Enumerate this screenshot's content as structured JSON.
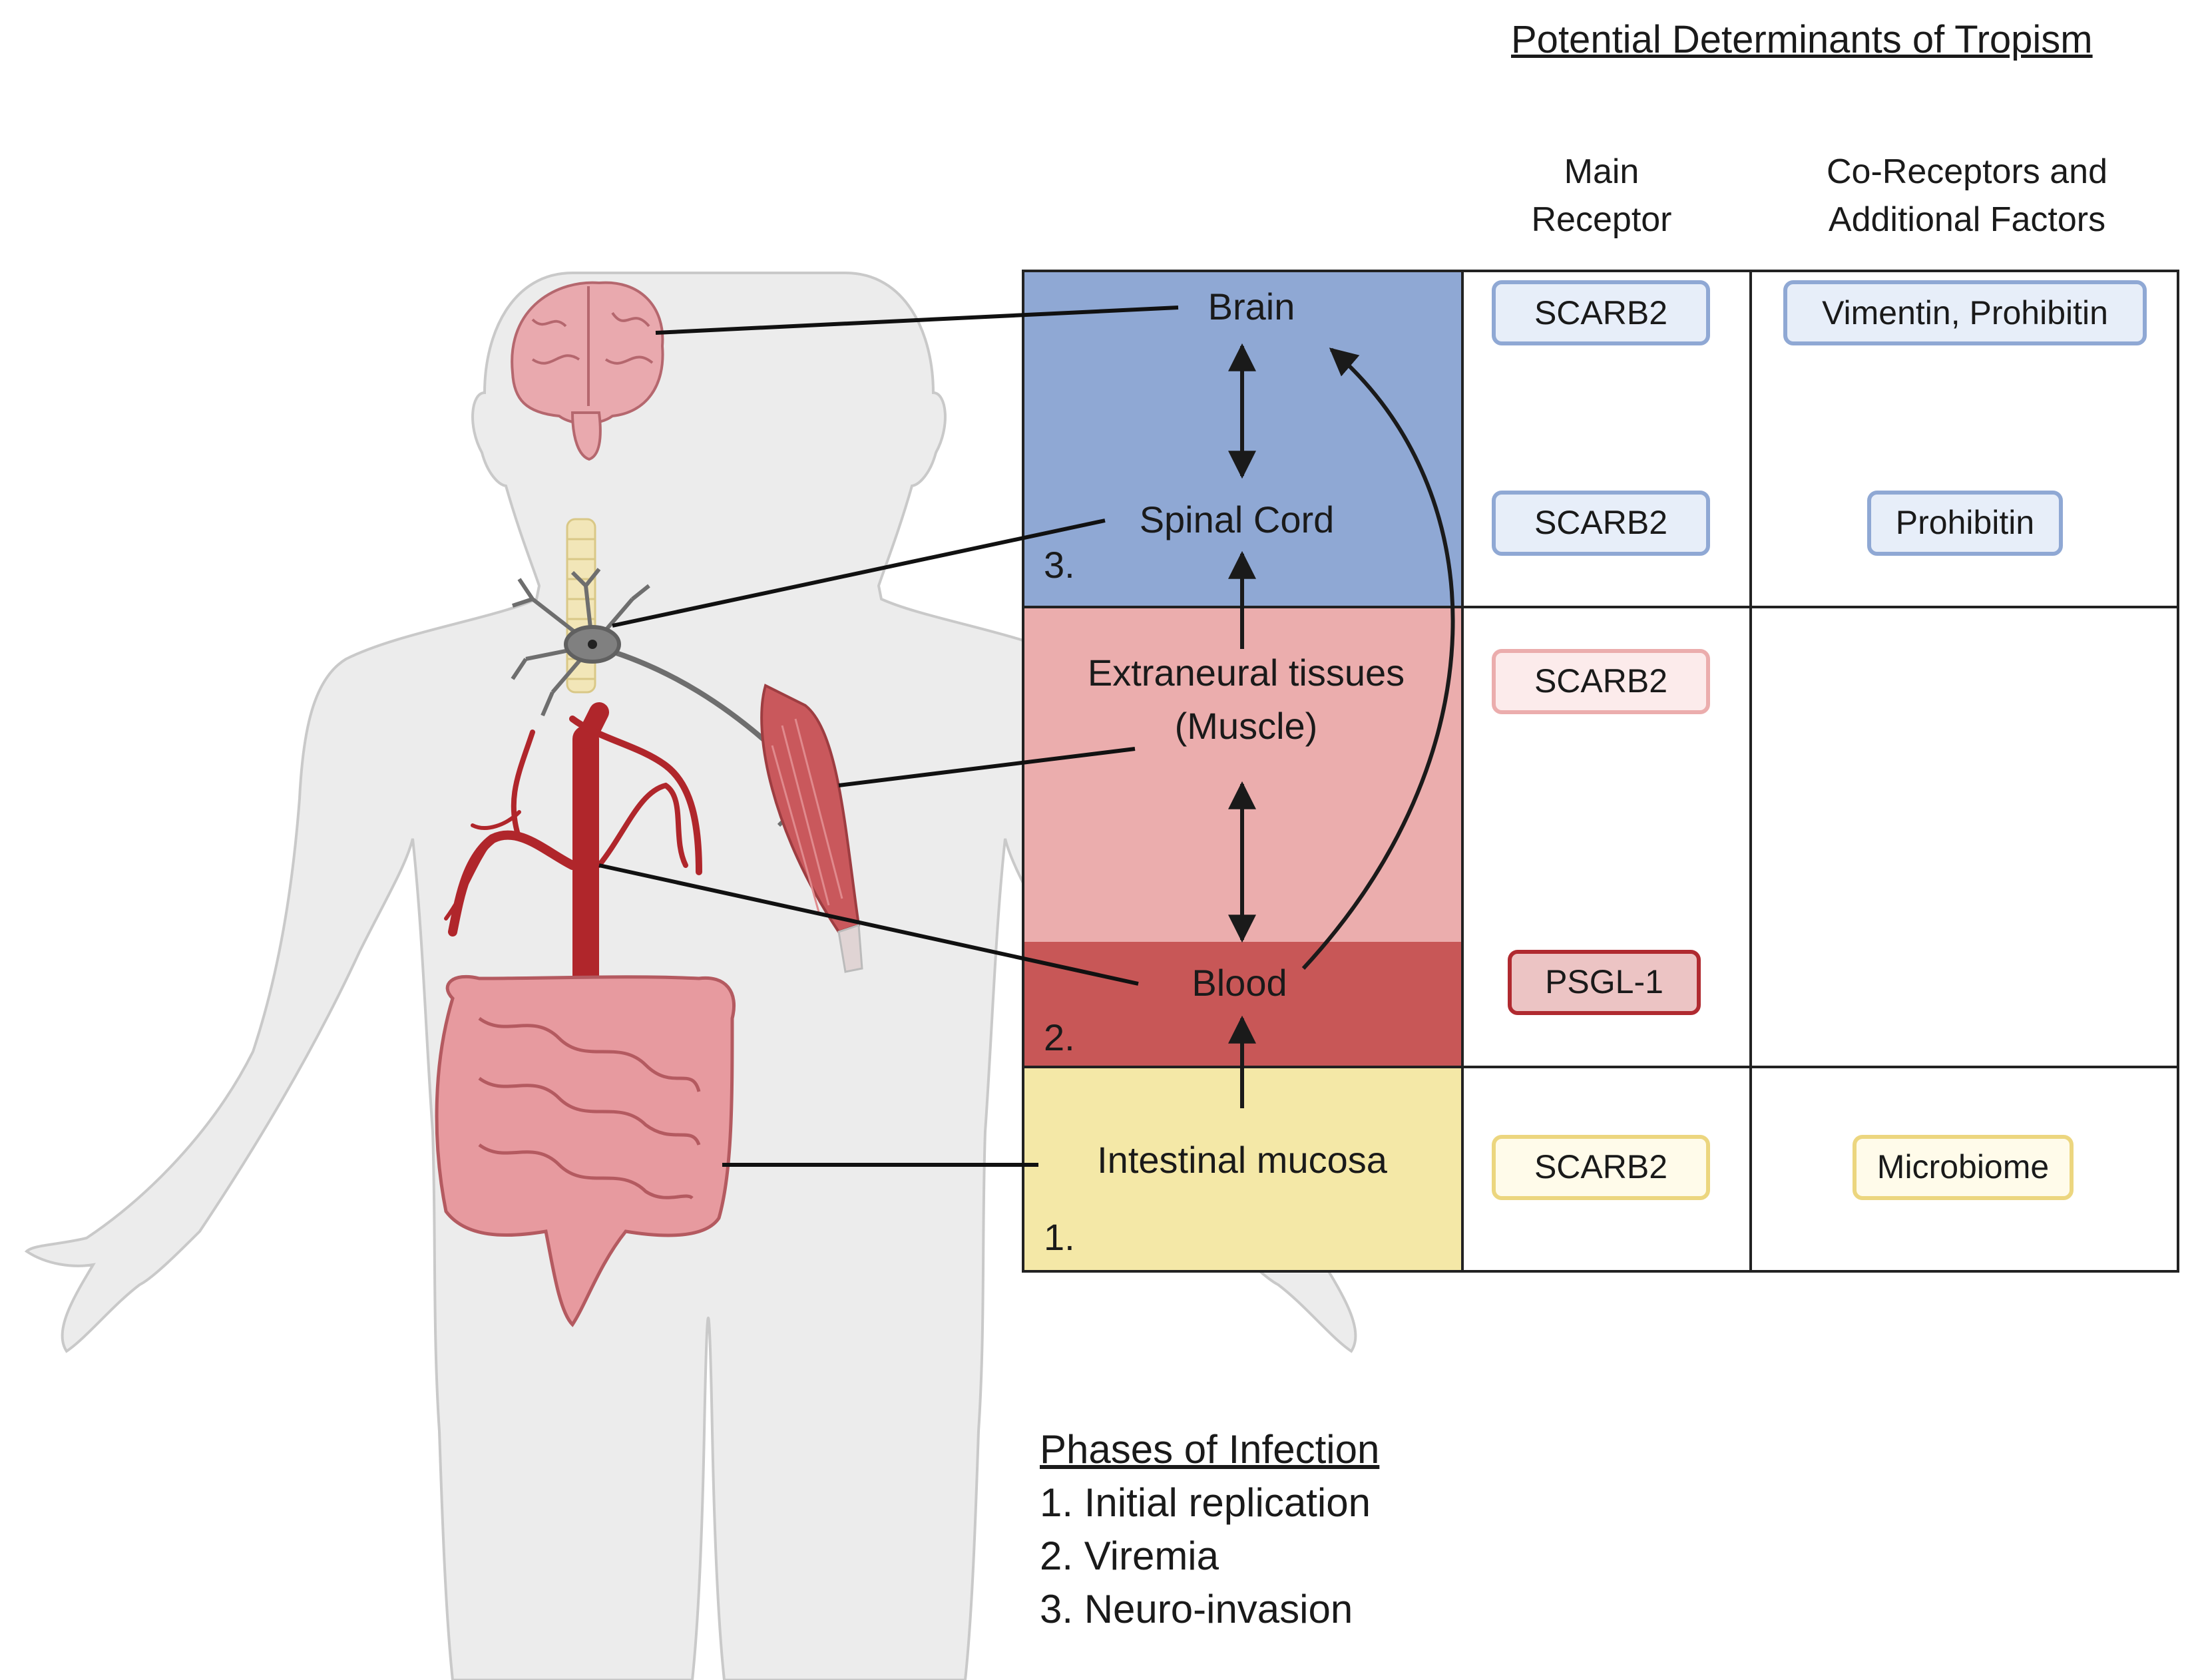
{
  "header": {
    "title": "Potential Determinants of Tropism",
    "col_main_line1": "Main",
    "col_main_line2": "Receptor",
    "col_co_line1": "Co-Receptors and",
    "col_co_line2": "Additional Factors"
  },
  "stages": {
    "brain": "Brain",
    "spinal_cord": "Spinal Cord",
    "extraneural_line1": "Extraneural tissues",
    "extraneural_line2": "(Muscle)",
    "blood": "Blood",
    "intestinal": "Intestinal mucosa",
    "phase3_num": "3.",
    "phase2_num": "2.",
    "phase1_num": "1."
  },
  "receptors": {
    "brain_main": "SCARB2",
    "brain_co": "Vimentin, Prohibitin",
    "spinal_main": "SCARB2",
    "spinal_co": "Prohibitin",
    "muscle_main": "SCARB2",
    "blood_main": "PSGL-1",
    "intestinal_main": "SCARB2",
    "intestinal_co": "Microbiome"
  },
  "legend": {
    "title": "Phases of Infection",
    "items": [
      "1. Initial replication",
      "2. Viremia",
      "3. Neuro-invasion"
    ]
  },
  "colors": {
    "neuro_blue": "#8fa8d4",
    "extraneural_pink": "#ebadad",
    "blood_red": "#c85757",
    "intestinal_yellow": "#f4e8a7",
    "body_gray": "#ebebeb"
  }
}
